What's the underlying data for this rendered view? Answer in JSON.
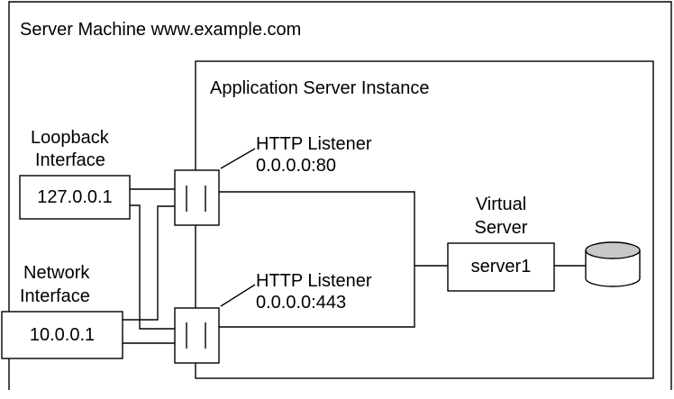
{
  "server_machine": {
    "title": "Server Machine www.example.com"
  },
  "app_server": {
    "title": "Application Server Instance"
  },
  "loopback": {
    "label_line1": "Loopback",
    "label_line2": "Interface",
    "address": "127.0.0.1"
  },
  "network": {
    "label_line1": "Network",
    "label_line2": "Interface",
    "address": "10.0.0.1"
  },
  "listener_http": {
    "label_line1": "HTTP Listener",
    "label_line2": "0.0.0.0:80"
  },
  "listener_https": {
    "label_line1": "HTTP Listener",
    "label_line2": "0.0.0.0:443"
  },
  "virtual_server": {
    "label_line1": "Virtual",
    "label_line2": "Server",
    "name": "server1"
  },
  "colors": {
    "line": "#000000",
    "database_fill": "#c8c8c8",
    "background": "#ffffff"
  },
  "icons": {
    "database": "database-cylinder-icon"
  }
}
